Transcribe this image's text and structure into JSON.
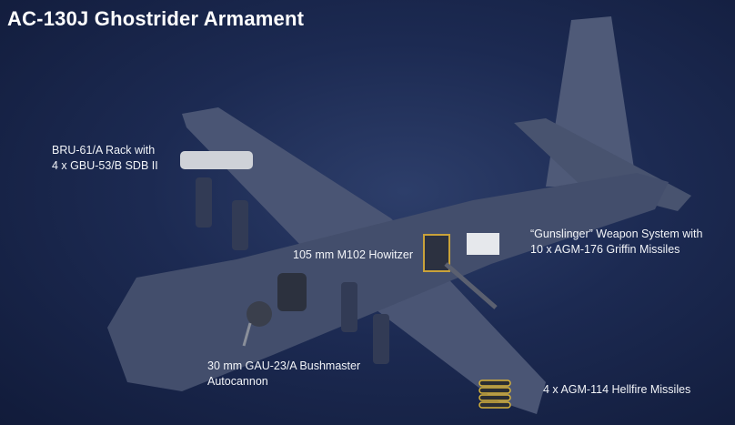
{
  "title": "AC-130J Ghostrider Armament",
  "labels": {
    "bru": {
      "line1": "BRU-61/A Rack with",
      "line2": "4 x GBU-53/B SDB II"
    },
    "howitzer": {
      "line1": "105 mm M102 Howitzer"
    },
    "gunslinger": {
      "line1": "“Gunslinger” Weapon System with",
      "line2": "10 x AGM-176 Griffin Missiles"
    },
    "autocannon": {
      "line1": "30 mm GAU-23/A Bushmaster",
      "line2": "Autocannon"
    },
    "hellfire": {
      "line1": "4 x AGM-114 Hellfire Missiles"
    }
  },
  "colors": {
    "background": "#1c2a52",
    "aircraft": "#4a5677",
    "text": "#ffffff"
  }
}
